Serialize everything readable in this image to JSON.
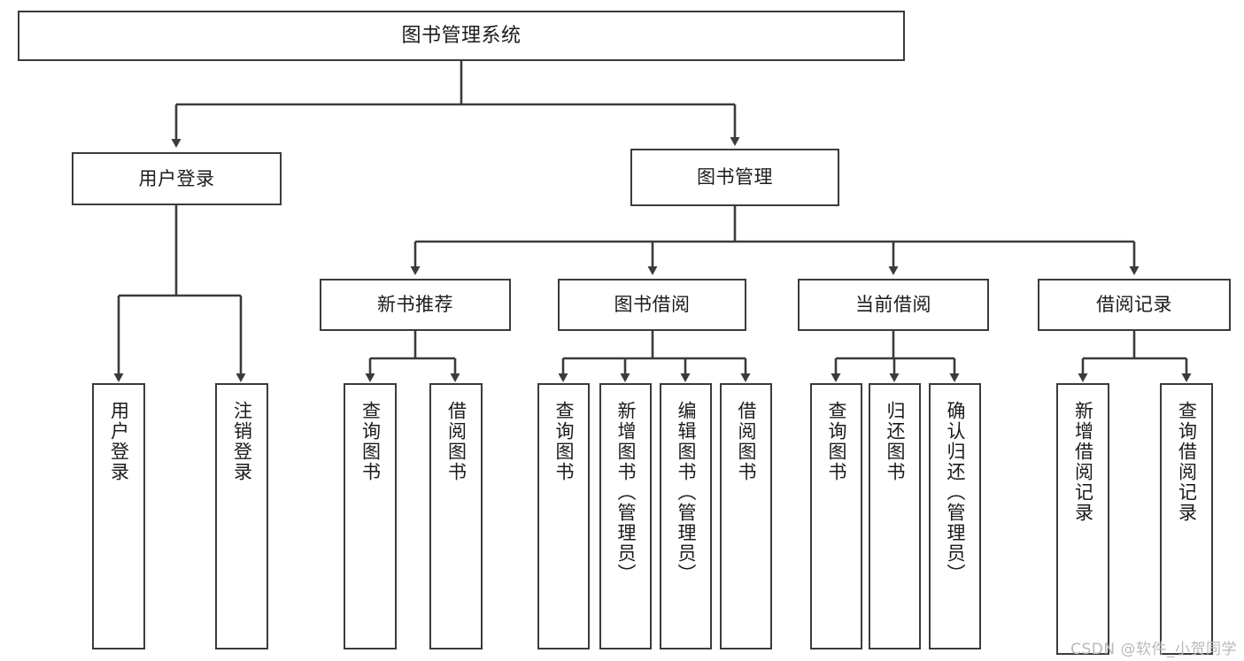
{
  "diagram": {
    "title": "图书管理系统",
    "type": "tree-hierarchy-diagram",
    "watermark": "CSDN @软件_小贺同学",
    "colors": {
      "box_border": "#3b3b3b",
      "box_fill": "#ffffff",
      "edge": "#3b3b3b",
      "text": "#1b1b1b",
      "watermark": "#b9b9b9",
      "background": "#ffffff"
    },
    "nodes": {
      "root": {
        "label": "图书管理系统"
      },
      "level2": [
        {
          "label": "用户登录"
        },
        {
          "label": "图书管理"
        }
      ],
      "level3": [
        {
          "label": "新书推荐"
        },
        {
          "label": "图书借阅"
        },
        {
          "label": "当前借阅"
        },
        {
          "label": "借阅记录"
        }
      ],
      "leaves": {
        "user_login": [
          {
            "label": "用户登录"
          },
          {
            "label": "注销登录"
          }
        ],
        "new_book_recommend": [
          {
            "label": "查询图书"
          },
          {
            "label": "借阅图书"
          }
        ],
        "book_borrow": [
          {
            "label": "查询图书"
          },
          {
            "label": "新增图书（管理员）"
          },
          {
            "label": "编辑图书（管理员）"
          },
          {
            "label": "借阅图书"
          }
        ],
        "current_borrow": [
          {
            "label": "查询图书"
          },
          {
            "label": "归还图书"
          },
          {
            "label": "确认归还（管理员）"
          }
        ],
        "borrow_record": [
          {
            "label": "新增借阅记录"
          },
          {
            "label": "查询借阅记录"
          }
        ]
      }
    }
  }
}
